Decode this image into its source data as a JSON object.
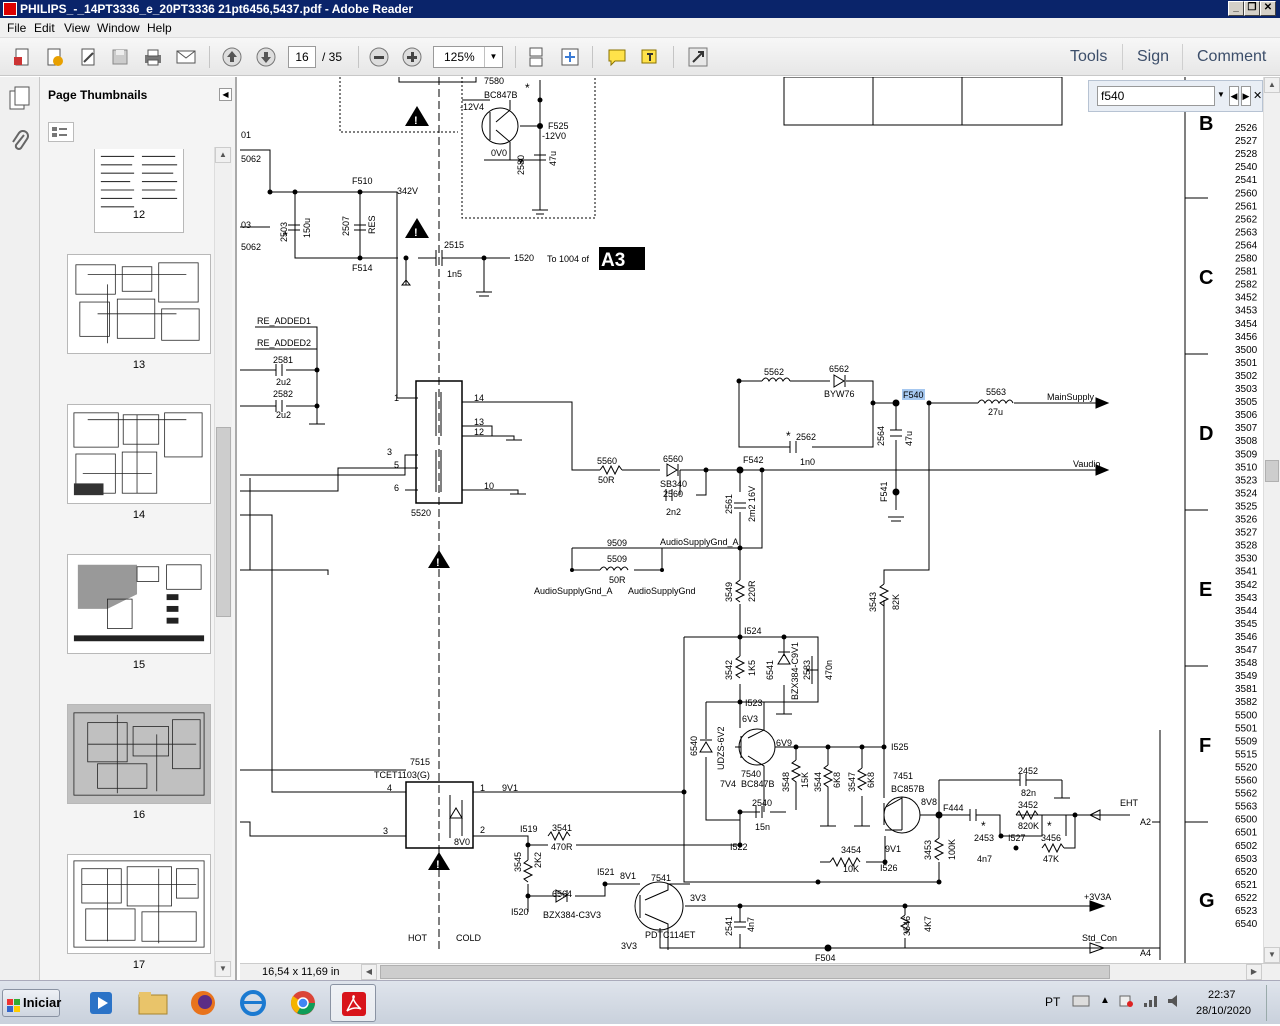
{
  "window": {
    "title": "PHILIPS_-_14PT3336_e_20PT3336 21pt6456,5437.pdf - Adobe Reader"
  },
  "menu": [
    "File",
    "Edit",
    "View",
    "Window",
    "Help"
  ],
  "toolbar": {
    "page_current": "16",
    "page_total": "/ 35",
    "zoom": "125%",
    "tools_label": "Tools",
    "sign_label": "Sign",
    "comment_label": "Comment"
  },
  "nav_panel": {
    "title": "Page Thumbnails",
    "thumbnails": [
      {
        "label": "12"
      },
      {
        "label": "13"
      },
      {
        "label": "14"
      },
      {
        "label": "15"
      },
      {
        "label": "16",
        "selected": true
      },
      {
        "label": "17"
      }
    ]
  },
  "find": {
    "value": "f540"
  },
  "status": {
    "page_size": "16,54 x 11,69 in"
  },
  "schematic": {
    "zone_letters": [
      "B",
      "C",
      "D",
      "E",
      "F",
      "G"
    ],
    "index_refs": [
      "2526",
      "2527",
      "2528",
      "2540",
      "2541",
      "2560",
      "2561",
      "2562",
      "2563",
      "2564",
      "2580",
      "2581",
      "2582",
      "3452",
      "3453",
      "3454",
      "3456",
      "3500",
      "3501",
      "3502",
      "3503",
      "3505",
      "3506",
      "3507",
      "3508",
      "3509",
      "3510",
      "3523",
      "3524",
      "3525",
      "3526",
      "3527",
      "3528",
      "3530",
      "3541",
      "3542",
      "3543",
      "3544",
      "3545",
      "3546",
      "3547",
      "3548",
      "3549",
      "3581",
      "3582",
      "5500",
      "5501",
      "5509",
      "5515",
      "5520",
      "5560",
      "5562",
      "5563",
      "6500",
      "6501",
      "6502",
      "6503",
      "6520",
      "6521",
      "6522",
      "6523",
      "6540"
    ],
    "labels": {
      "t7580": "7580",
      "bc847b_top": "BC847B",
      "v_m12v4": "-12V4",
      "v0v0": "0V0",
      "f525": "F525",
      "v_m12v0": "-12V0",
      "c2580": "2580",
      "c2580_val": "47u",
      "f510": "F510",
      "v342": "342V",
      "c2503": "2503",
      "c2503_val": "150u",
      "c2507": "2507",
      "c2507_val": "RES",
      "f514": "F514",
      "c2515": "2515",
      "c2515_val": "1n5",
      "n1520": "1520",
      "to1004": "To 1004 of",
      "a3": "A3",
      "re_added1": "RE_ADDED1",
      "re_added2": "RE_ADDED2",
      "c2581": "2581",
      "c2581_val": "2u2",
      "c2582": "2582",
      "c2582_val": "2u2",
      "p14": "14",
      "p13": "13",
      "p12": "12",
      "p10": "10",
      "p1": "1",
      "p3": "3",
      "p5": "5",
      "p6": "6",
      "t5520": "5520",
      "l5562": "5562",
      "d6562": "6562",
      "d6562_type": "BYW76",
      "f540": "F540",
      "l5563": "5563",
      "l5563_val": "27u",
      "mainsupply": "MainSupply",
      "c2562": "2562",
      "c2562_val": "1n0",
      "c2564": "2564",
      "c2564_val": "47u",
      "r5560": "5560",
      "r5560_val": "50R",
      "d6560": "6560",
      "d6560_type": "SB340",
      "c2560": "2560",
      "c2560_val": "2n2",
      "f542": "F542",
      "vaudio": "Vaudio",
      "f541": "F541",
      "c2561": "2561",
      "c2561_val": "2m2 16V",
      "asgnd_a_top": "AudioSupplyGnd_A",
      "j9509": "9509",
      "l5509": "5509",
      "l5509_val": "50R",
      "asgnd_a": "AudioSupplyGnd_A",
      "asgnd": "AudioSupplyGnd",
      "r3549": "3549",
      "r3549_val": "220R",
      "r3543": "3543",
      "r3543_val": "82K",
      "n1524": "I524",
      "r3542": "3542",
      "r3542_val": "1K5",
      "d6541": "6541",
      "d6541_type": "BZX384-C9V1",
      "c2583": "2583",
      "c2583_val": "470n",
      "n1523": "I523",
      "v6v3": "6V3",
      "d6540": "6540",
      "d6540_type": "UDZS-6V2",
      "v6v9": "6V9",
      "n1525": "I525",
      "t7540": "7540",
      "bc847b": "BC847B",
      "v7v4": "7V4",
      "r3548": "3548",
      "r3548_val": "15K",
      "r3544": "3544",
      "r3544_val": "6K8",
      "r3547": "3547",
      "r3547_val": "6K8",
      "t7451": "7451",
      "bc857b": "BC857B",
      "v8v8": "8V8",
      "f444": "F444",
      "c2452": "2452",
      "c2452_val": "82n",
      "r3452": "3452",
      "r3452_val": "820K",
      "eht": "EHT",
      "a2": "A2",
      "c2453": "2453",
      "c2453_val": "4n7",
      "n1527": "I527",
      "r3456": "3456",
      "r3456_val": "47K",
      "r3453": "3453",
      "r3453_val": "100K",
      "v9v1": "9V1",
      "n1526": "I526",
      "r3454": "3454",
      "r3454_val": "10K",
      "c2540": "2540",
      "c2540_val": "15n",
      "n1522": "I522",
      "oc7515": "7515",
      "oc_type": "TCET1103(G)",
      "oc_p4": "4",
      "oc_p3": "3",
      "oc_p1": "1",
      "oc_p2": "2",
      "v9v1b": "9V1",
      "v8v0": "8V0",
      "n1519": "I519",
      "r3541": "3541",
      "r3541_val": "470R",
      "r3545": "3545",
      "r3545_val": "2K2",
      "d6564": "6564",
      "d6564_type": "BZX384-C3V3",
      "n1520b": "I520",
      "n1521": "I521",
      "v8v1": "8V1",
      "t7541": "7541",
      "pdtc": "PDTC114ET",
      "v3v3a": "3V3",
      "v3v3b": "3V3",
      "c2541": "2541",
      "c2541_val": "4n7",
      "r3546": "3546",
      "r3546_val": "4K7",
      "p3v3a": "+3V3A",
      "std_con": "Std_Con",
      "a4": "A4",
      "f504": "F504",
      "hot": "HOT",
      "cold": "COLD",
      "r_5062a": "5062",
      "r_5062b": "5062",
      "r_01": "01",
      "r_03": "03"
    }
  },
  "taskbar": {
    "start_label": "Iniciar",
    "lang": "PT",
    "time": "22:37",
    "date": "28/10/2020"
  }
}
